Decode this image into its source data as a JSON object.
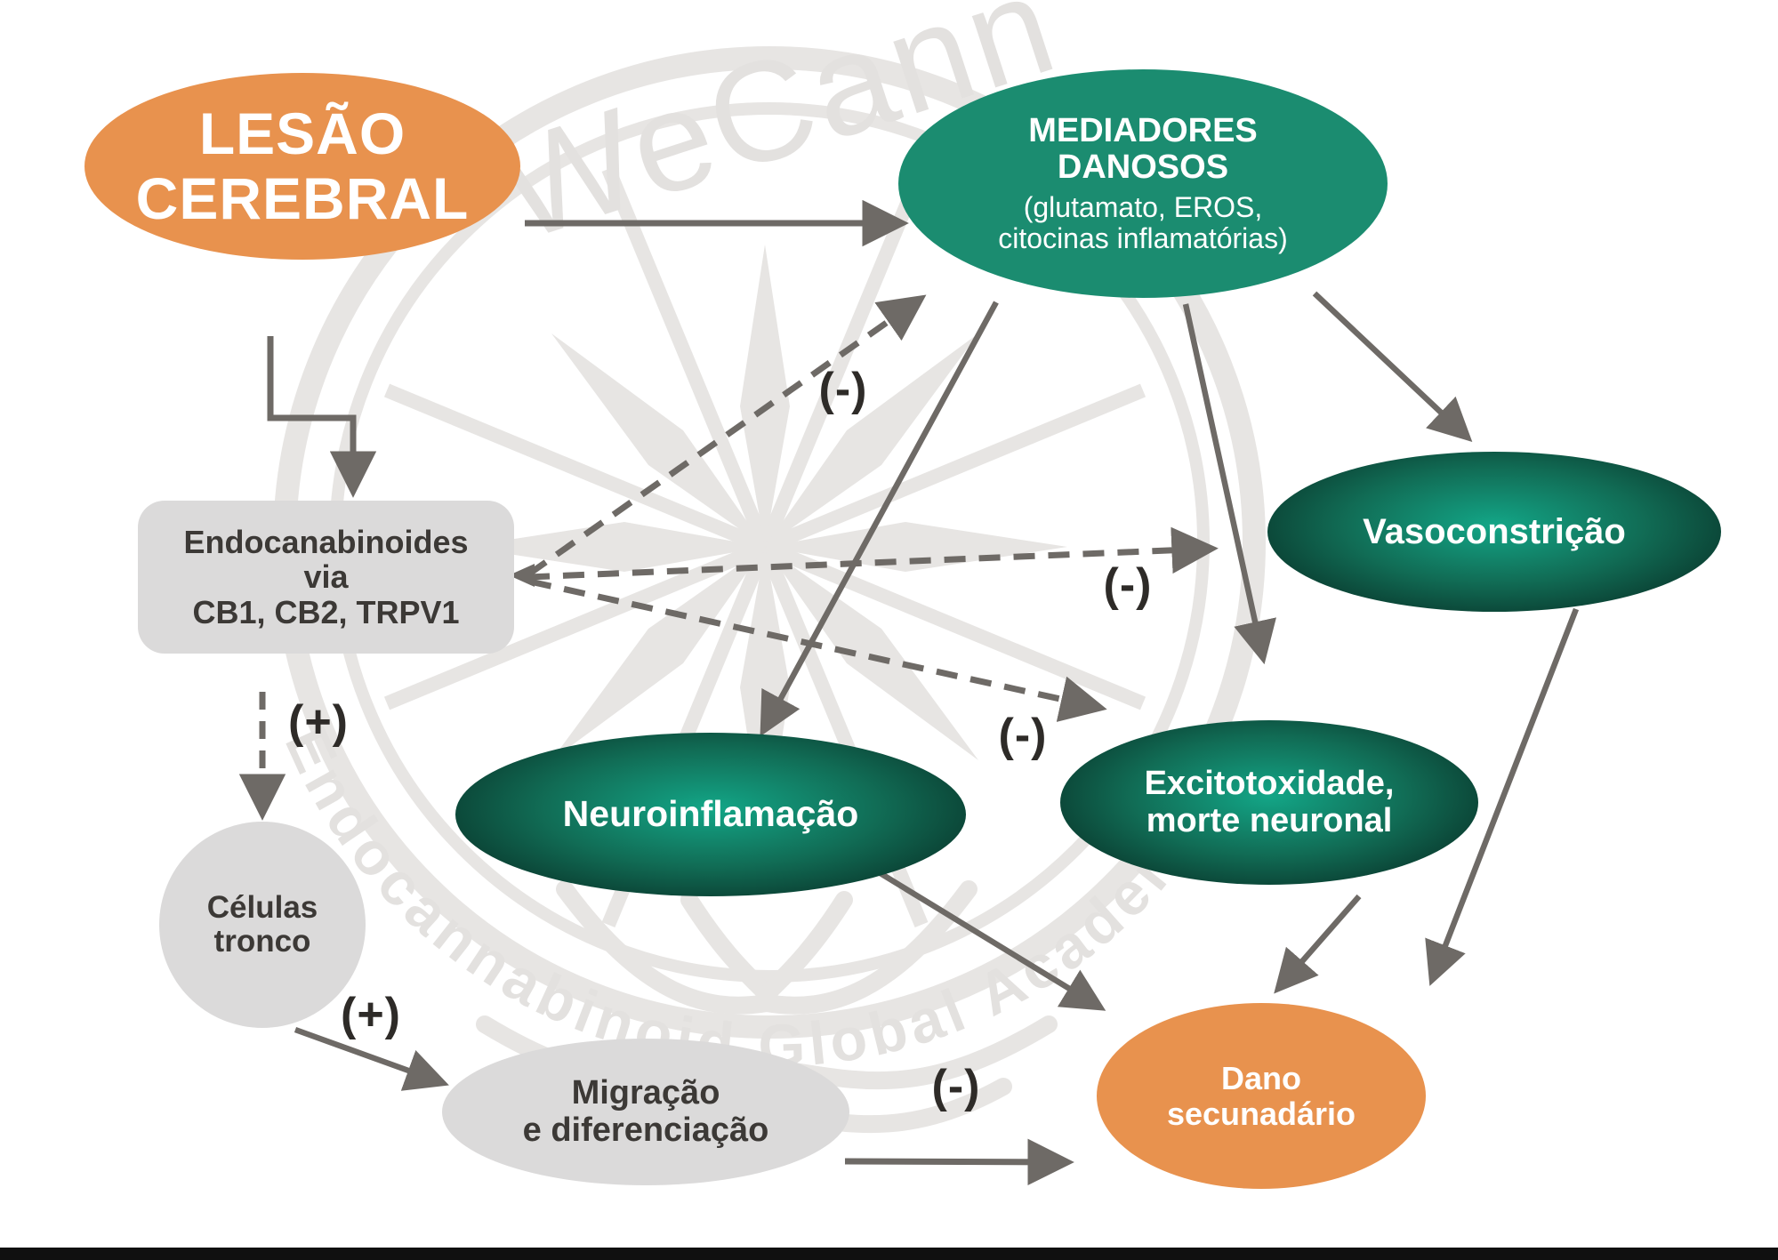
{
  "diagram": {
    "nodes": {
      "lesao": {
        "line1": "LESÃO",
        "line2": "CEREBRAL"
      },
      "mediadores": {
        "title1": "MEDIADORES",
        "title2": "DANOSOS",
        "sub1": "(glutamato, EROS,",
        "sub2": "citocinas inflamatórias)"
      },
      "vasoconstricao": {
        "label": "Vasoconstrição"
      },
      "endocanabinoides": {
        "line1": "Endocanabinoides",
        "line2": "via",
        "line3": "CB1, CB2, TRPV1"
      },
      "celulas_tronco": {
        "line1": "Células",
        "line2": "tronco"
      },
      "neuroinflamacao": {
        "label": "Neuroinflamação"
      },
      "excitotoxidade": {
        "line1": "Excitotoxidade,",
        "line2": "morte neuronal"
      },
      "migracao": {
        "line1": "Migração",
        "line2": "e diferenciação"
      },
      "dano_secundario": {
        "line1": "Dano",
        "line2": "secunadário"
      }
    },
    "signs": {
      "plus": "(+)",
      "minus": "(-)"
    },
    "edges": [
      {
        "from": "lesao-cerebral",
        "to": "mediadores-danosos",
        "style": "solid",
        "sign": ""
      },
      {
        "from": "lesao-cerebral",
        "to": "endocanabinoides",
        "style": "solid-elbow",
        "sign": ""
      },
      {
        "from": "endocanabinoides",
        "to": "mediadores-danosos",
        "style": "dashed",
        "sign": "(-)"
      },
      {
        "from": "endocanabinoides",
        "to": "vasoconstricao",
        "style": "dashed",
        "sign": "(-)"
      },
      {
        "from": "endocanabinoides",
        "to": "excitotoxidade",
        "style": "dashed",
        "sign": "(-)"
      },
      {
        "from": "endocanabinoides",
        "to": "celulas-tronco",
        "style": "dashed",
        "sign": "(+)"
      },
      {
        "from": "mediadores-danosos",
        "to": "neuroinflamacao",
        "style": "solid",
        "sign": ""
      },
      {
        "from": "mediadores-danosos",
        "to": "excitotoxidade",
        "style": "solid",
        "sign": ""
      },
      {
        "from": "mediadores-danosos",
        "to": "vasoconstricao",
        "style": "solid",
        "sign": ""
      },
      {
        "from": "vasoconstricao",
        "to": "dano-secundario",
        "style": "solid",
        "sign": ""
      },
      {
        "from": "excitotoxidade",
        "to": "dano-secundario",
        "style": "solid",
        "sign": ""
      },
      {
        "from": "neuroinflamacao",
        "to": "dano-secundario",
        "style": "solid",
        "sign": ""
      },
      {
        "from": "celulas-tronco",
        "to": "migracao-diferenciacao",
        "style": "solid",
        "sign": "(+)"
      },
      {
        "from": "migracao-diferenciacao",
        "to": "dano-secundario",
        "style": "solid",
        "sign": "(-)"
      }
    ],
    "watermark": {
      "brand": "WeCann",
      "arc_text": "Endocannabinoid Global Academy"
    },
    "colors": {
      "orange": "#E8924E",
      "teal_flat": "#1B8C70",
      "dark_green_center": "#12A384",
      "dark_green_edge": "#0A382C",
      "gray_node": "#DBDADA",
      "gray_node_text": "#3C3936",
      "arrow": "#6E6A66",
      "sign_text": "#2E2B28",
      "watermark": "#E5E3E1",
      "bottom_bar": "#101010"
    }
  }
}
